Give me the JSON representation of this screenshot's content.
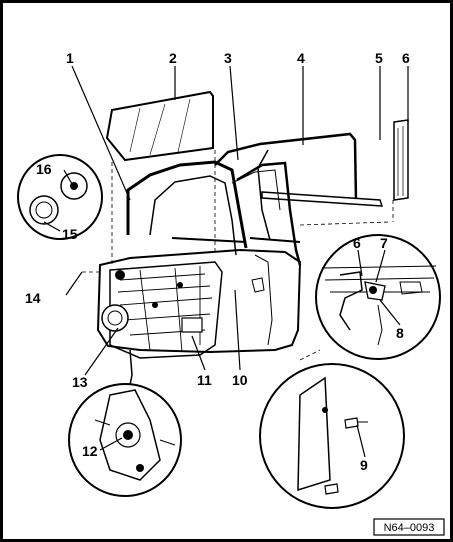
{
  "callouts": [
    {
      "id": "1",
      "text": "1"
    },
    {
      "id": "2",
      "text": "2"
    },
    {
      "id": "3",
      "text": "3"
    },
    {
      "id": "4",
      "text": "4"
    },
    {
      "id": "5",
      "text": "5"
    },
    {
      "id": "6a",
      "text": "6"
    },
    {
      "id": "6b",
      "text": "6"
    },
    {
      "id": "7",
      "text": "7"
    },
    {
      "id": "8",
      "text": "8"
    },
    {
      "id": "9",
      "text": "9"
    },
    {
      "id": "10",
      "text": "10"
    },
    {
      "id": "11",
      "text": "11"
    },
    {
      "id": "12",
      "text": "12"
    },
    {
      "id": "13",
      "text": "13"
    },
    {
      "id": "14",
      "text": "14"
    },
    {
      "id": "15",
      "text": "15"
    },
    {
      "id": "16",
      "text": "16"
    }
  ],
  "reference_code": "N64–0093"
}
